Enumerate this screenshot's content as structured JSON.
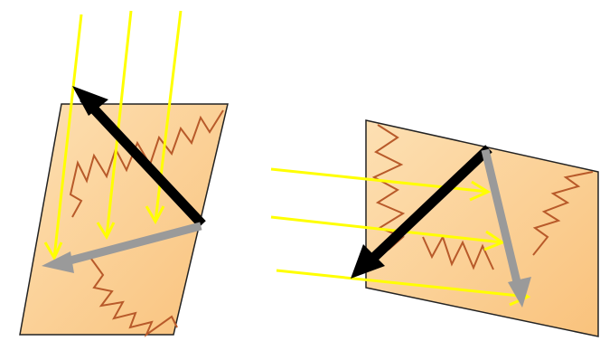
{
  "colors": {
    "background": "#ffffff",
    "panel_fill_light": "#fde0b3",
    "panel_fill_dark": "#f9c27c",
    "panel_stroke": "#222222",
    "zigzag": "#b85a2a",
    "incident_ray": "#ffff00",
    "black_arrow": "#000000",
    "gray_arrow": "#9a9a9a"
  },
  "diagram": {
    "panels": [
      {
        "id": "left-panel",
        "incident_rays": 3,
        "arrows": [
          "black-arrow",
          "gray-arrow"
        ]
      },
      {
        "id": "right-panel",
        "incident_rays": 3,
        "arrows": [
          "black-arrow",
          "gray-arrow"
        ]
      }
    ]
  }
}
